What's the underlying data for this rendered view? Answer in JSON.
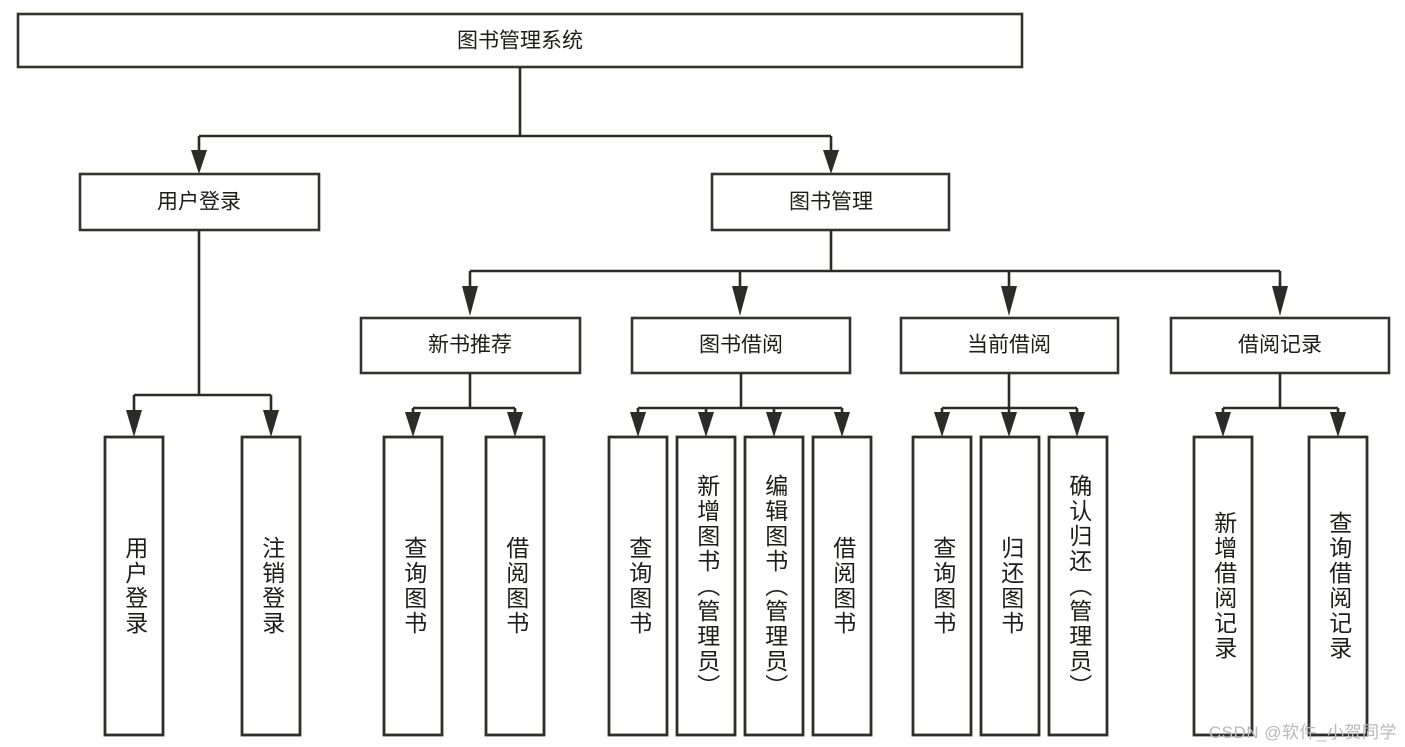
{
  "diagram": {
    "title": "图书管理系统",
    "type": "hierarchy-tree",
    "orientation": "top-down",
    "levels": 4
  },
  "root": {
    "label": "图书管理系统"
  },
  "level2": [
    {
      "label": "用户登录"
    },
    {
      "label": "图书管理"
    }
  ],
  "level3": [
    {
      "label": "新书推荐"
    },
    {
      "label": "图书借阅"
    },
    {
      "label": "当前借阅"
    },
    {
      "label": "借阅记录"
    }
  ],
  "leaves": {
    "user_login": [
      {
        "label": "用户登录"
      },
      {
        "label": "注销登录"
      }
    ],
    "new_book": [
      {
        "label": "查询图书"
      },
      {
        "label": "借阅图书"
      }
    ],
    "borrow_book": [
      {
        "label": "查询图书"
      },
      {
        "label": "新增图书（管理员）"
      },
      {
        "label": "编辑图书（管理员）"
      },
      {
        "label": "借阅图书"
      }
    ],
    "current_borrow": [
      {
        "label": "查询图书"
      },
      {
        "label": "归还图书"
      },
      {
        "label": "确认归还（管理员）"
      }
    ],
    "borrow_record": [
      {
        "label": "新增借阅记录"
      },
      {
        "label": "查询借阅记录"
      }
    ]
  },
  "watermark": {
    "text": "CSDN @软件_小贺同学"
  },
  "colors": {
    "line": "#2b2b28",
    "box_fill": "#ffffff",
    "text": "#1d1d1b",
    "watermark": "#b9b9b9",
    "background": "#ffffff"
  }
}
